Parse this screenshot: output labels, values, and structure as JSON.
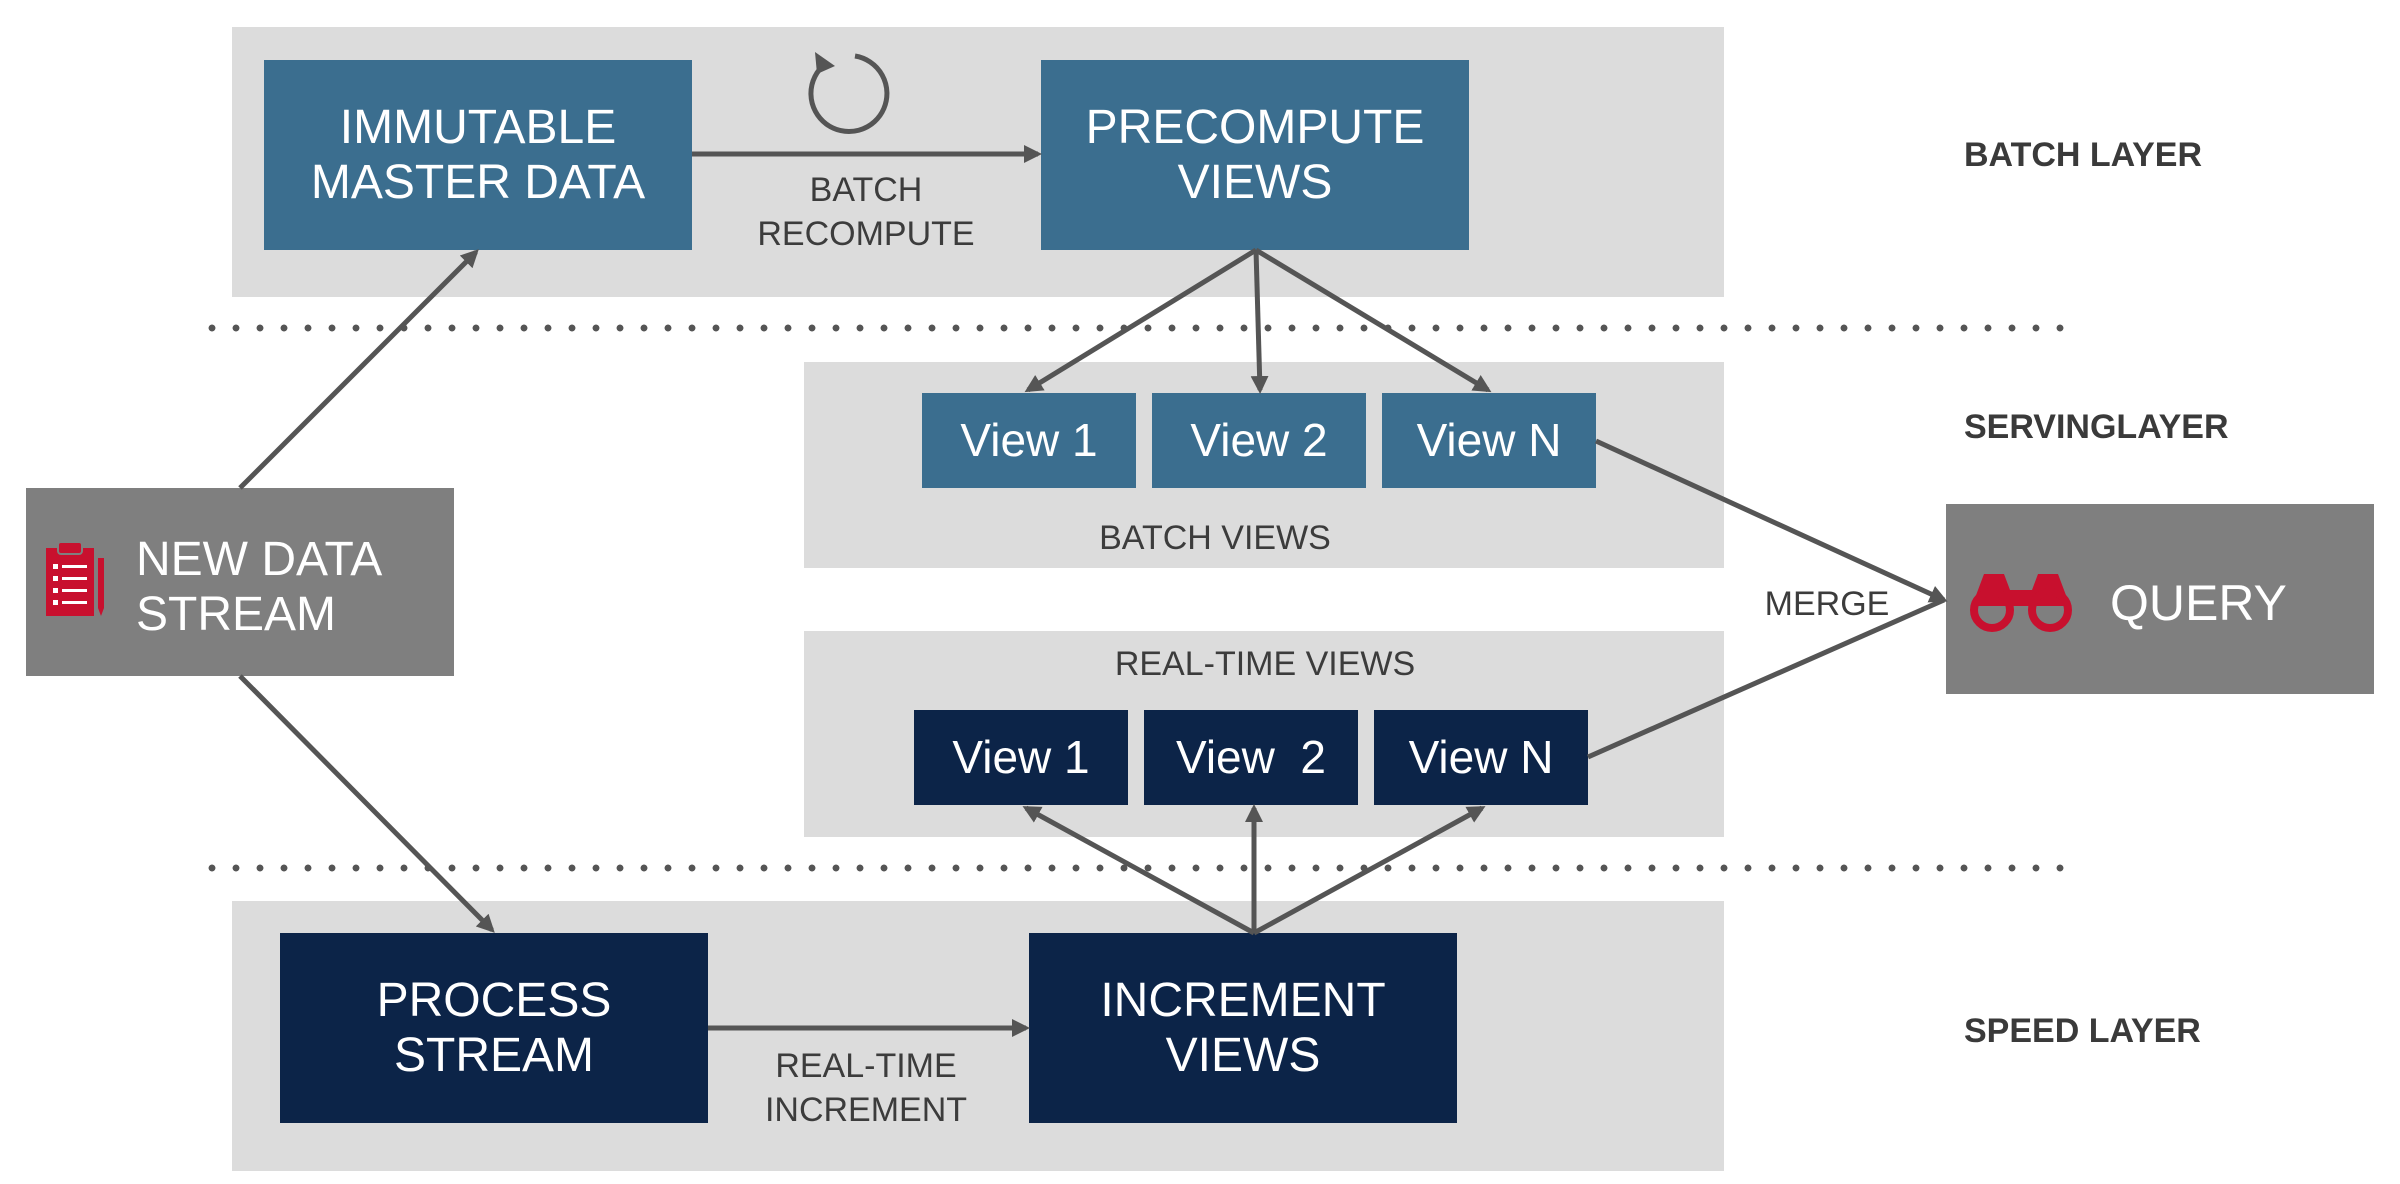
{
  "batch_layer": {
    "label": "BATCH LAYER",
    "master_data": [
      "IMMUTABLE",
      "MASTER DATA"
    ],
    "precompute": [
      "PRECOMPUTE",
      "VIEWS"
    ],
    "edge_label": [
      "BATCH",
      "RECOMPUTE"
    ]
  },
  "serving_layer": {
    "label": "SERVINGLAYER",
    "batch_views_label": "BATCH VIEWS",
    "batch_views": [
      "View 1",
      "View 2",
      "View N"
    ],
    "realtime_views_label": "REAL-TIME VIEWS",
    "realtime_views": [
      "View 1",
      "View  2",
      "View N"
    ],
    "merge_label": "MERGE"
  },
  "speed_layer": {
    "label": "SPEED LAYER",
    "process_stream": [
      "PROCESS",
      "STREAM"
    ],
    "increment_views": [
      "INCREMENT",
      "VIEWS"
    ],
    "edge_label": [
      "REAL-TIME",
      "INCREMENT"
    ]
  },
  "new_data_stream": [
    "NEW DATA",
    "STREAM"
  ],
  "query": "QUERY",
  "icons": {
    "new_data_stream_icon": "clipboard-icon",
    "query_icon": "binoculars-icon",
    "refresh_icon": "refresh-icon"
  },
  "colors": {
    "batch_blue": "#3b6e8f",
    "speed_navy": "#0c2448",
    "source_grey": "#7f7f7f",
    "panel_grey": "#dcdcdc",
    "icon_red": "#c8102e"
  }
}
